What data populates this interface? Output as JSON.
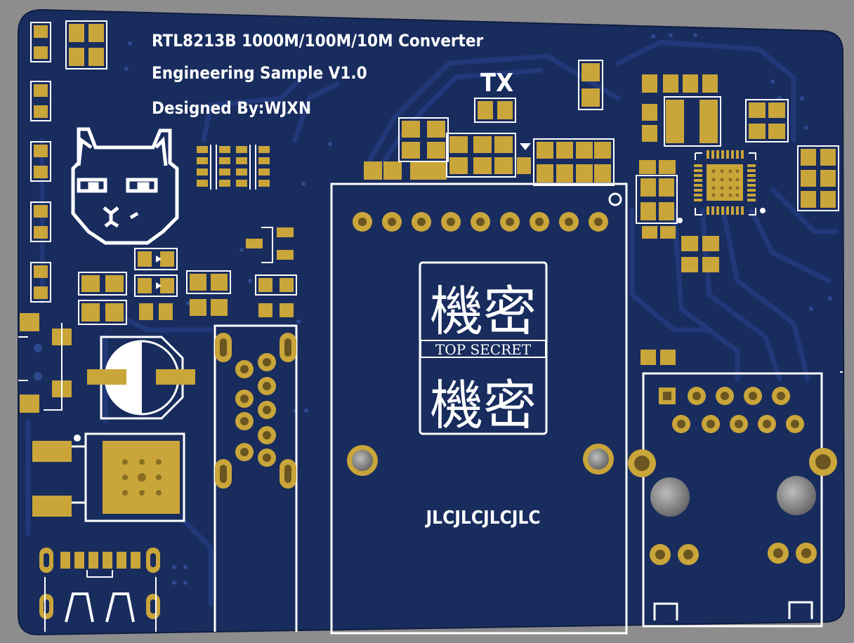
{
  "silkscreen": {
    "title_line1": "RTL8213B   1000M/100M/10M Converter",
    "title_line2": "Engineering Sample V1.0",
    "title_line3": "Designed By:WJXN",
    "tx_label": "TX",
    "secret_kanji_top": "機密",
    "secret_band": "TOP SECRET",
    "secret_kanji_bottom": "機密",
    "vendor_mark": "JLCJLCJLCJLC"
  },
  "colors": {
    "background": "#8d8d8d",
    "board": "#182c5e",
    "trace": "#1f3878",
    "pad": "#c9a53a",
    "silkscreen": "#ffffff"
  }
}
